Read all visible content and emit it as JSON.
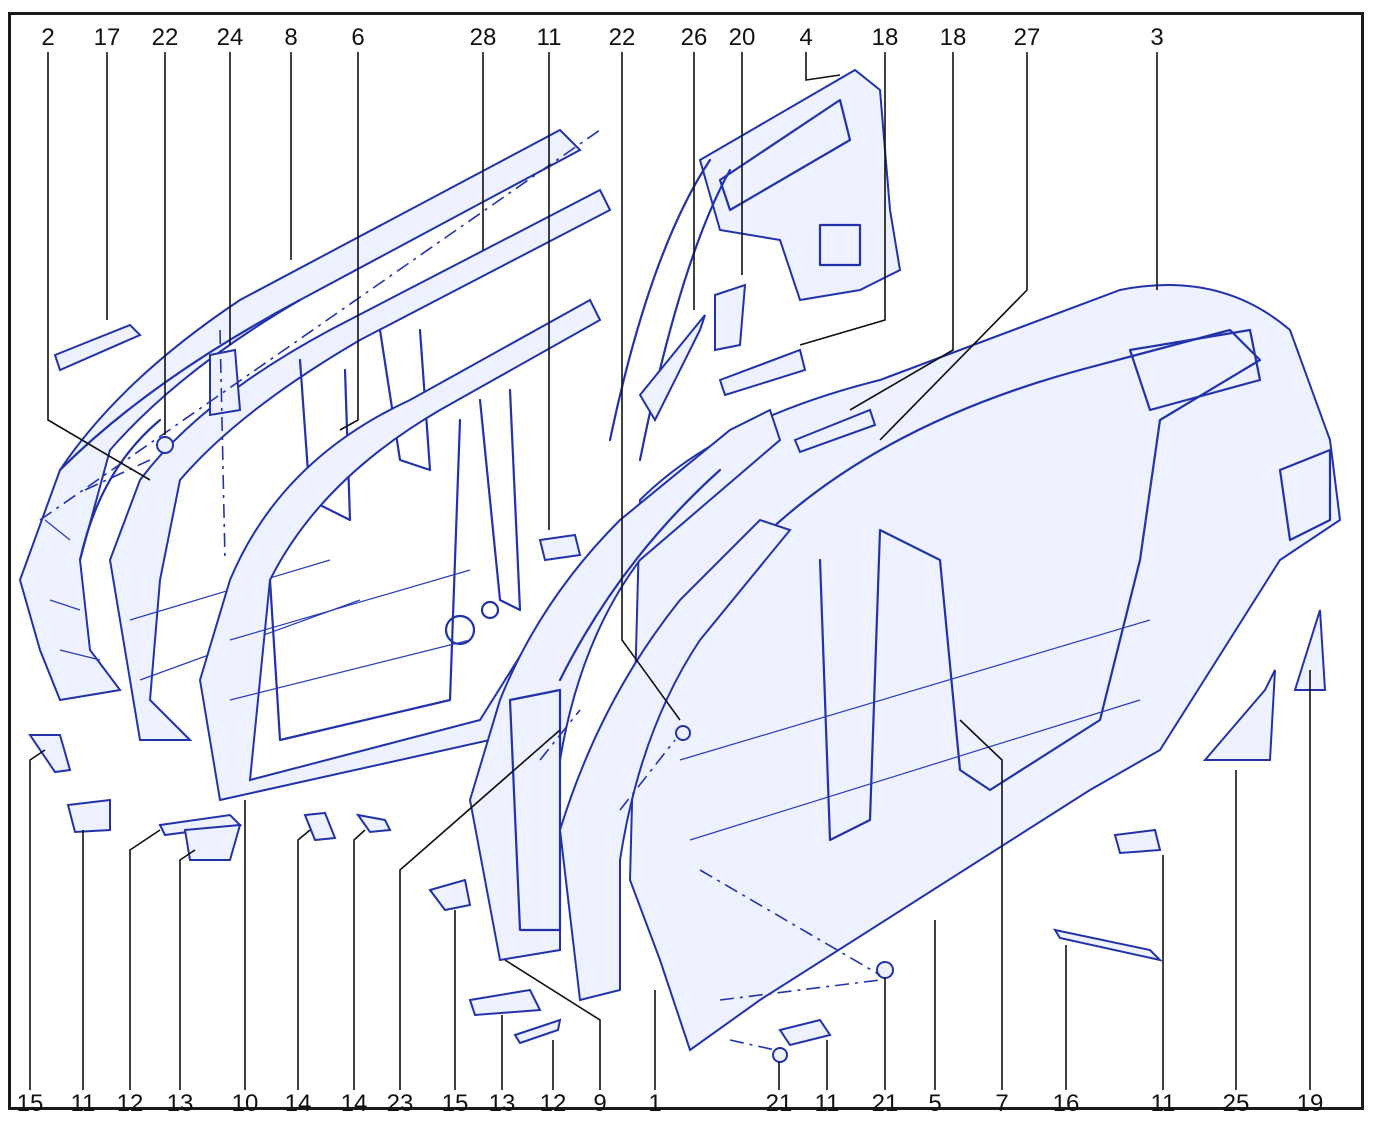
{
  "diagram": {
    "line_color": "#2233aa",
    "top_labels": [
      "2",
      "17",
      "22",
      "24",
      "8",
      "6",
      "28",
      "11",
      "22",
      "26",
      "20",
      "4",
      "18",
      "18",
      "27",
      "3"
    ],
    "bottom_labels": [
      "15",
      "11",
      "12",
      "13",
      "10",
      "14",
      "14",
      "23",
      "15",
      "13",
      "12",
      "9",
      "1",
      "21",
      "11",
      "21",
      "5",
      "7",
      "16",
      "11",
      "25",
      "19"
    ]
  }
}
